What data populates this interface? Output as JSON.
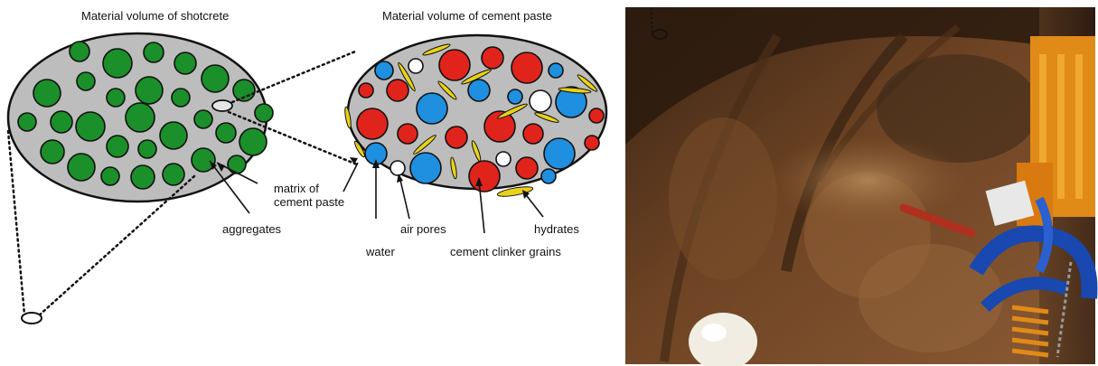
{
  "diagram": {
    "title_shotcrete": "Material volume of shotcrete",
    "title_cement_paste": "Material volume of cement paste",
    "labels": {
      "matrix_line1": "matrix of",
      "matrix_line2": "cement paste",
      "aggregates": "aggregates",
      "water": "water",
      "air_pores": "air pores",
      "hydrates": "hydrates",
      "cement_clinker": "cement clinker grains"
    }
  },
  "colors": {
    "matrix_fill": "#bdbdbd",
    "aggregate": "#1a8f2a",
    "water": "#1f8fe0",
    "clinker": "#e0241c",
    "air": "#ffffff",
    "hydrate": "#e8d21a",
    "outline": "#111111"
  },
  "photo": {
    "description_icon": "tunnel-shotcrete-spraying-photo"
  }
}
